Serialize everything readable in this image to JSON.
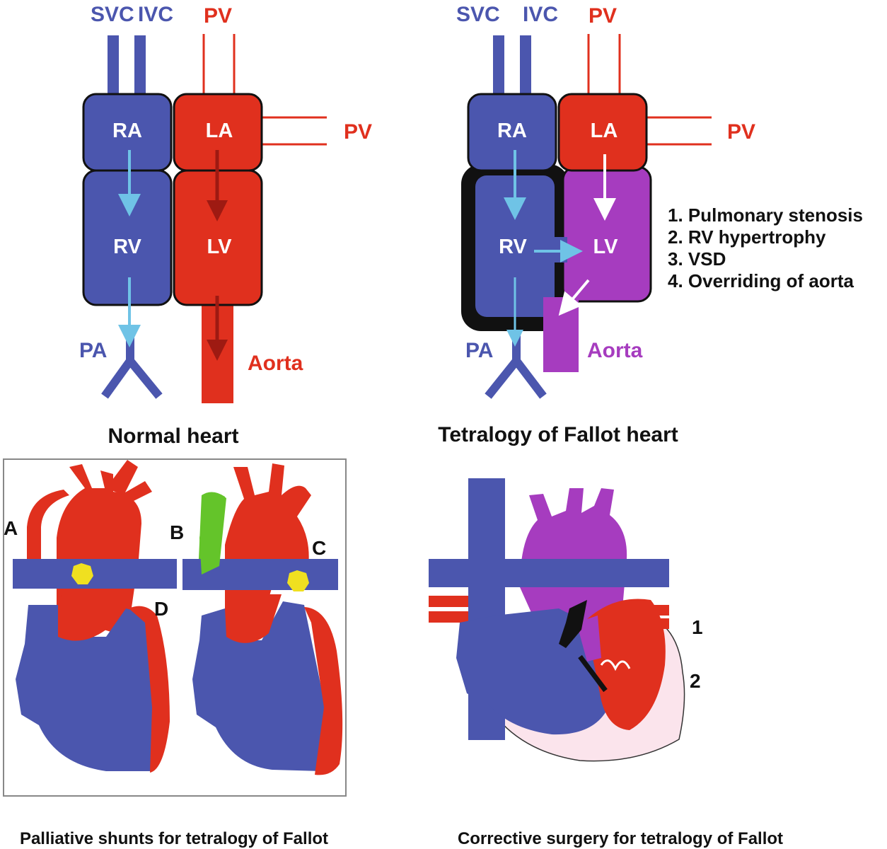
{
  "colors": {
    "venous_blue": "#4b56ae",
    "arterial_red": "#e0301e",
    "mixed_purple": "#a63cbf",
    "flow_arrow_blue": "#6fc3e6",
    "flow_arrow_dark_red": "#9e1a12",
    "shunt_green": "#64c42a",
    "shunt_marker_yellow": "#f0e020",
    "pericardium_pink": "#fbe4ec"
  },
  "normal_heart": {
    "title": "Normal heart",
    "svc": "SVC",
    "ivc": "IVC",
    "pv_top": "PV",
    "pv_side": "PV",
    "ra": "RA",
    "la": "LA",
    "rv": "RV",
    "lv": "LV",
    "pa": "PA",
    "aorta": "Aorta"
  },
  "tof_heart": {
    "title": "Tetralogy of Fallot heart",
    "svc": "SVC",
    "ivc": "IVC",
    "pv_top": "PV",
    "pv_side": "PV",
    "ra": "RA",
    "la": "LA",
    "rv": "RV",
    "lv": "LV",
    "pa": "PA",
    "aorta": "Aorta",
    "defects": [
      "1. Pulmonary stenosis",
      "2. RV hypertrophy",
      "3. VSD",
      "4. Overriding of aorta"
    ]
  },
  "palliative": {
    "caption": "Palliative shunts for tetralogy of Fallot",
    "label_a": "A",
    "label_b": "B",
    "label_c": "C",
    "label_d": "D"
  },
  "corrective": {
    "caption": "Corrective surgery for tetralogy of Fallot",
    "label_1": "1",
    "label_2": "2"
  }
}
